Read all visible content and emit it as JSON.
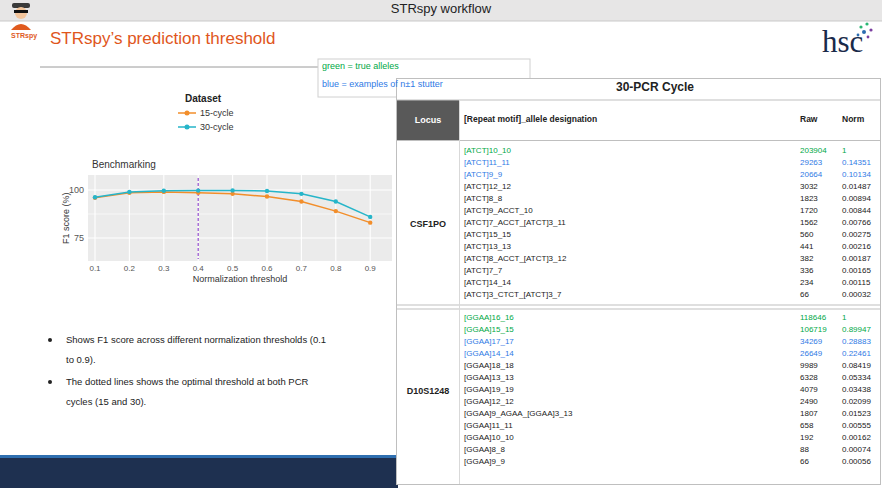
{
  "diagram": {
    "title": "STRspy workflow",
    "labels": [
      "STRspy",
      "STRspy’s prediction threshold",
      "hsc",
      "Dataset",
      "Benchmarking",
      "100",
      "75",
      "F1 score (%)",
      "0.1",
      "0.2",
      "0.3",
      "0.4",
      "0.5",
      "0.6",
      "0.7",
      "0.8",
      "0.9",
      "Normalization threshold",
      "Shows F1 score across different normalization thresholds (0.1 to 0.9).",
      "The dotted lines shows the optimal threshold at both PCR cycles (15 and 30).",
      "green = true alleles",
      "blue = examples of n±1 stutter",
      "30-PCR Cycle",
      "Locus",
      "[Repeat motif]_allele designation",
      "Raw",
      "Norm",
      "CSF1PO",
      "[ATCT]10_10",
      "203904",
      "1",
      "[ATCT]11_11",
      "29263",
      "0.14351",
      "[ATCT]9_9",
      "20664",
      "0.10134",
      "[ATCT]12_12",
      "3032",
      "0.01487",
      "[ATCT]8_8",
      "1823",
      "0.00894",
      "[ATCT]9_ACCT_10",
      "1720",
      "0.00844",
      "[ATCT]7_ACCT_[ATCT]3_11",
      "1562",
      "0.00766",
      "[ATCT]15_15",
      "560",
      "0.00275",
      "[ATCT]13_13",
      "441",
      "0.00216",
      "[ATCT]8_ACCT_[ATCT]3_12",
      "382",
      "0.00187",
      "[ATCT]7_7",
      "336",
      "0.00165",
      "[ATCT]14_14",
      "234",
      "0.00115",
      "[ATCT]3_CTCT_[ATCT]3_7",
      "66",
      "0.00032",
      "D10S1248",
      "[GGAA]16_16",
      "118646",
      "1",
      "[GGAA]15_15",
      "106719",
      "0.89947",
      "[GGAA]17_17",
      "34269",
      "0.28883",
      "[GGAA]14_14",
      "26649",
      "0.22461",
      "[GGAA]18_18",
      "9989",
      "0.08419",
      "[GGAA]13_13",
      "6328",
      "0.05334",
      "[GGAA]19_19",
      "4079",
      "0.03438",
      "[GGAA]12_12",
      "2490",
      "0.02099",
      "[GGAA]9_AGAA_[GGAA]3_13",
      "1807",
      "0.01523",
      "[GGAA]11_11",
      "658",
      "0.00555",
      "[GGAA]10_10",
      "192",
      "0.00162",
      "[GGAA]8_8",
      "88",
      "0.00074",
      "[GGAA]9_9",
      "66",
      "0.00056"
    ],
    "legend": [
      {
        "text": "15-cycle"
      },
      {
        "text": "30-cycle"
      }
    ]
  }
}
